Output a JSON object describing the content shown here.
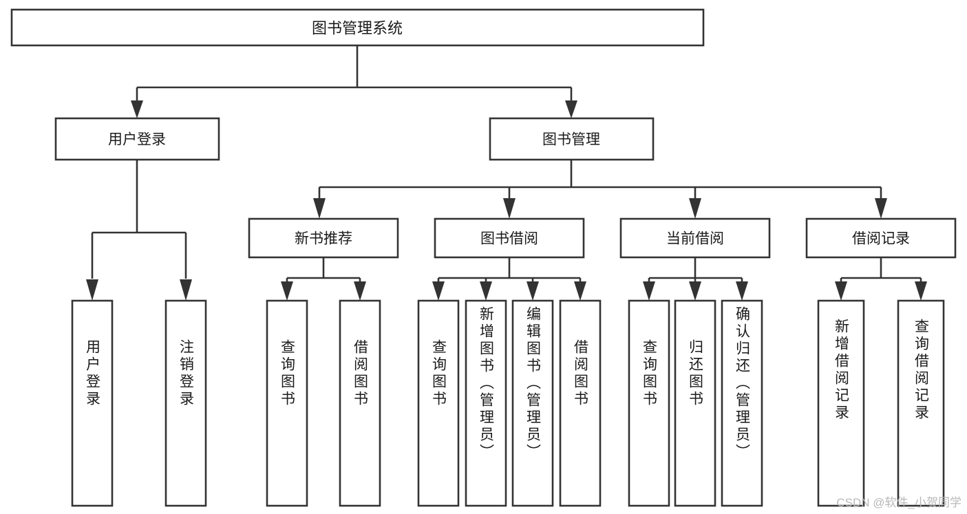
{
  "diagram": {
    "type": "tree-hierarchy",
    "title": "图书管理系统",
    "root": {
      "label": "图书管理系统",
      "children": [
        {
          "label": "用户登录",
          "children": [
            {
              "label": "用户登录"
            },
            {
              "label": "注销登录"
            }
          ]
        },
        {
          "label": "图书管理",
          "children": [
            {
              "label": "新书推荐",
              "children": [
                {
                  "label": "查询图书"
                },
                {
                  "label": "借阅图书"
                }
              ]
            },
            {
              "label": "图书借阅",
              "children": [
                {
                  "label": "查询图书"
                },
                {
                  "label": "新增图书（管理员）"
                },
                {
                  "label": "编辑图书（管理员）"
                },
                {
                  "label": "借阅图书"
                }
              ]
            },
            {
              "label": "当前借阅",
              "children": [
                {
                  "label": "查询图书"
                },
                {
                  "label": "归还图书"
                },
                {
                  "label": "确认归还（管理员）"
                }
              ]
            },
            {
              "label": "借阅记录",
              "children": [
                {
                  "label": "新增借阅记录"
                },
                {
                  "label": "查询借阅记录"
                }
              ]
            }
          ]
        }
      ]
    },
    "nodes": {
      "root": "图书管理系统",
      "user_login": "用户登录",
      "book_manage": "图书管理",
      "new_book_rec": "新书推荐",
      "book_borrow": "图书借阅",
      "current_borrow": "当前借阅",
      "borrow_record": "借阅记录",
      "leaf_user_login": "用户登录",
      "leaf_logout": "注销登录",
      "leaf_query_book_a": "查询图书",
      "leaf_borrow_book_a": "借阅图书",
      "leaf_query_book_b": "查询图书",
      "leaf_add_book": "新增图书（管理员）",
      "leaf_edit_book": "编辑图书（管理员）",
      "leaf_borrow_book_b": "借阅图书",
      "leaf_query_book_c": "查询图书",
      "leaf_return_book": "归还图书",
      "leaf_confirm_return": "确认归还（管理员）",
      "leaf_add_record": "新增借阅记录",
      "leaf_query_record": "查询借阅记录"
    },
    "watermark": "CSDN @软件_小贺同学",
    "colors": {
      "stroke": "#333333",
      "fill": "#ffffff",
      "text": "#1a1a1a",
      "watermark": "#b8b8b8",
      "background": "#ffffff"
    }
  }
}
